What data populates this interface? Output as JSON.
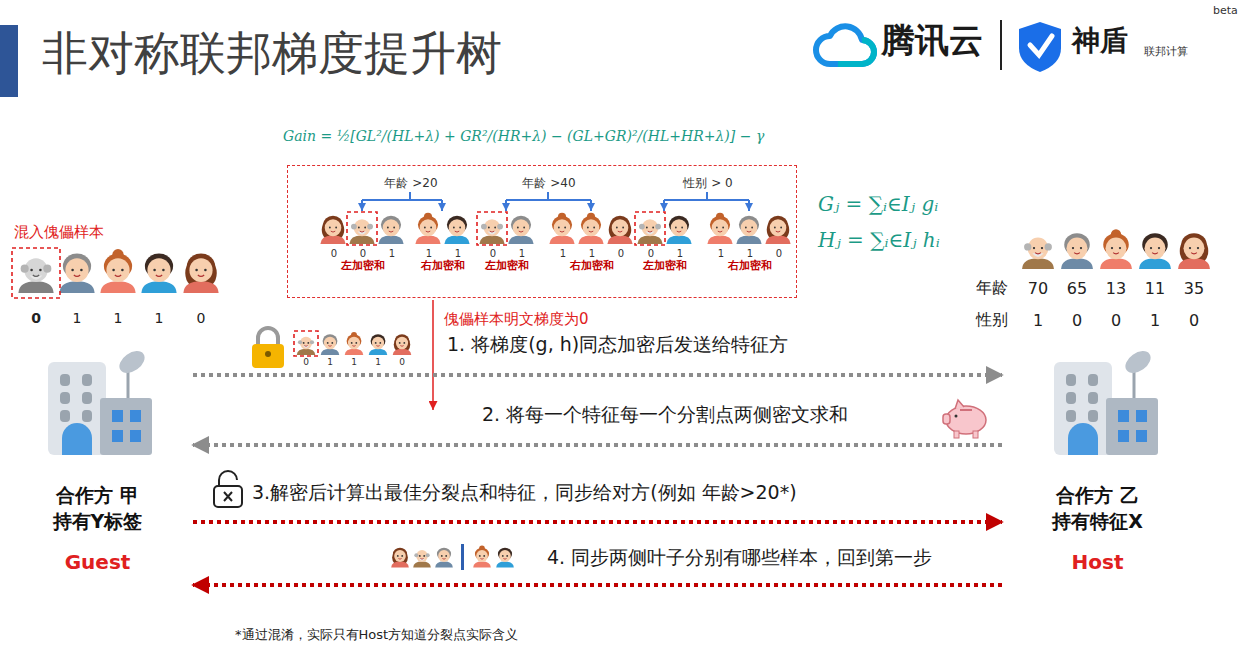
{
  "diagram": {
    "title": "非对称联邦梯度提升树",
    "caption": "*通过混淆，实际只有Host方知道分裂点实际含义",
    "nodes": [
      {
        "text": [
          "年龄 >20",
          "0",
          "0",
          "1",
          "1",
          "1",
          "左加密和",
          "右加密和",
          "年龄 >40",
          "0",
          "1",
          "1",
          "1",
          "0",
          "左加密和",
          "右加密和",
          "性别 > 0",
          "0",
          "1",
          "1",
          "1",
          "0",
          "左加密和",
          "右加密和"
        ]
      },
      {
        "text": [
          "合作方 甲 持有Y标签",
          "Guest"
        ]
      },
      {
        "text": [
          "合作方 乙 持有特征X",
          "Host"
        ]
      }
    ],
    "edges": [
      {
        "from": 1,
        "to": 2,
        "arrow": "to",
        "label": "1. 将梯度(g, h)同态加密后发送给特征方"
      },
      {
        "from": 2,
        "to": 1,
        "arrow": "to",
        "label": "2. 将每一个特征每一个分割点两侧密文求和"
      },
      {
        "from": 1,
        "to": 2,
        "arrow": "to",
        "label": "3.解密后计算出最佳分裂点和特征，同步给对方(例如 年龄>20*)"
      },
      {
        "from": 2,
        "to": 1,
        "arrow": "to",
        "label": "4. 同步两侧叶子分别有哪些样本，回到第一步"
      }
    ],
    "labels": [
      "腾讯云",
      "神盾",
      "联邦计算",
      "beta",
      "Gain = ½[GL²/(HL+λ) + GR²/(HR+λ) − (GL+GR)²/(HL+HR+λ)] − γ",
      "Gⱼ = ∑ᵢ∈Iⱼ gᵢ",
      "Hⱼ = ∑ᵢ∈Iⱼ hᵢ",
      "混入傀儡样本",
      "0",
      "1",
      "1",
      "1",
      "0",
      "年龄",
      "70",
      "65",
      "13",
      "11",
      "35",
      "性别",
      "1",
      "0",
      "0",
      "1",
      "0",
      "傀儡样本明文梯度为0",
      "0",
      "1",
      "1",
      "1",
      "0"
    ]
  }
}
